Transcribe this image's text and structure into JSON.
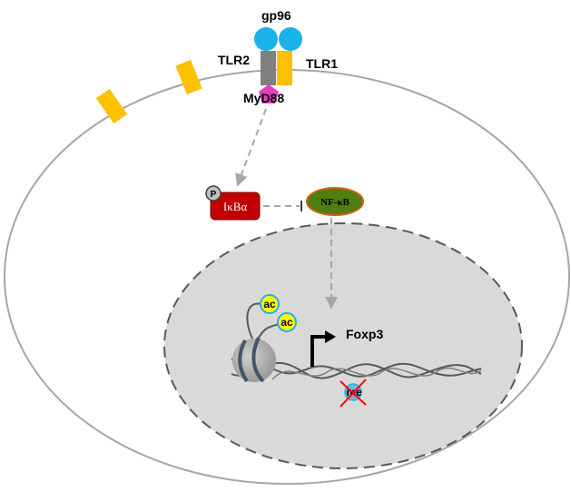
{
  "labels": {
    "receptor_top": "gp96",
    "receptor_left": "TLR2",
    "receptor_right": "TLR1",
    "adaptor": "MyD88",
    "phospho": "P",
    "inhibitor": "IκBα",
    "transcription_factor": "NF-κB",
    "gene": "Foxp3",
    "acetyl_1": "ac",
    "acetyl_2": "ac",
    "methyl": "me"
  },
  "colors": {
    "gp96": "#1ab2ea",
    "tlr2": "#7f7f7f",
    "tlr1": "#ffc000",
    "myd88": "#e040c0",
    "ikba": "#c00000",
    "nfkb": "#4f7f10",
    "nfkb_border": "#d06010",
    "nucleus_fill": "#d9d9d9",
    "acetyl_fill": "#ffff00",
    "acetyl_ring": "#1ab2ea",
    "cross": "#ff0000"
  }
}
